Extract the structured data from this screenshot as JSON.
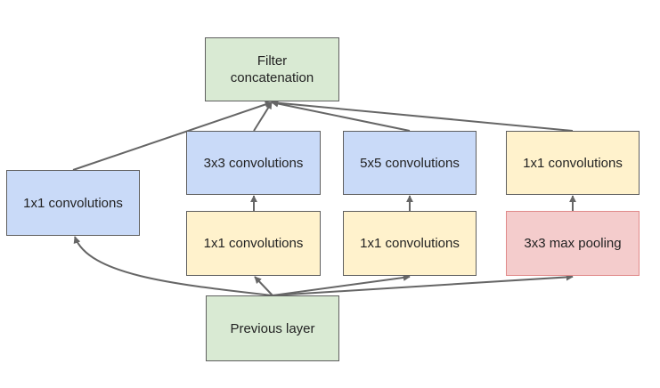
{
  "nodes": {
    "filter_concat": "Filter\nconcatenation",
    "left_1x1": "1x1 convolutions",
    "conv_3x3": "3x3 convolutions",
    "conv_5x5": "5x5 convolutions",
    "right_1x1": "1x1 convolutions",
    "reduce_1x1_a": "1x1 convolutions",
    "reduce_1x1_b": "1x1 convolutions",
    "max_pool": "3x3 max pooling",
    "previous_layer": "Previous layer"
  },
  "colors": {
    "green": "#d9ead3",
    "blue": "#c9daf8",
    "yellow": "#fff2cc",
    "red": "#f4cccc",
    "arrow": "#666666"
  }
}
